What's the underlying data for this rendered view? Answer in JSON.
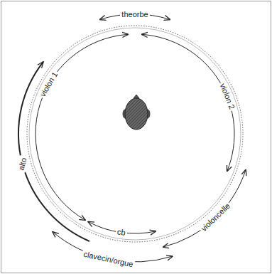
{
  "diagram": {
    "labels": [
      "theorbe",
      "violon 1",
      "violon 2",
      "alto",
      "violoncelle",
      "cb",
      "clavecin/orgue"
    ]
  }
}
